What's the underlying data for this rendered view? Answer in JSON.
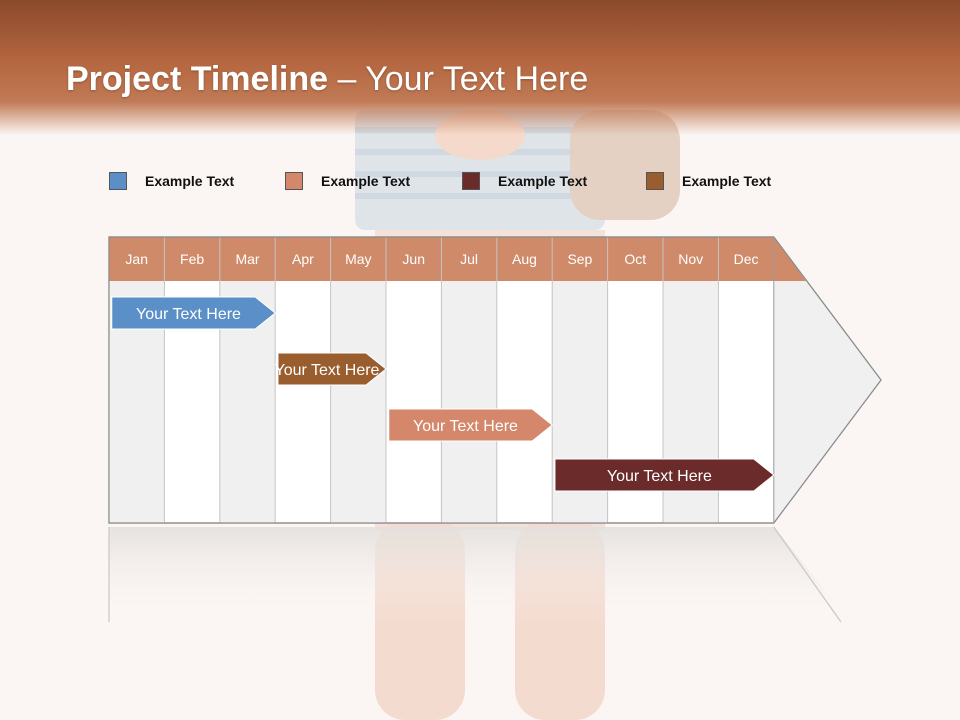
{
  "title": {
    "bold": "Project Timeline",
    "rest": " – Your Text Here"
  },
  "legend": [
    {
      "label": "Example Text",
      "color": "#5a8fc8"
    },
    {
      "label": "Example Text",
      "color": "#d4876a"
    },
    {
      "label": "Example Text",
      "color": "#6b2b2b"
    },
    {
      "label": "Example Text",
      "color": "#9a5d2e"
    }
  ],
  "months": [
    "Jan",
    "Feb",
    "Mar",
    "Apr",
    "May",
    "Jun",
    "Jul",
    "Aug",
    "Sep",
    "Oct",
    "Nov",
    "Dec"
  ],
  "tasks": [
    {
      "label": "Your  Text Here",
      "color": "#5a8fc8",
      "start_month": 0.05,
      "end_month": 3.0
    },
    {
      "label": "Your  Text Here",
      "color": "#9a5d2e",
      "start_month": 3.05,
      "end_month": 5.0
    },
    {
      "label": "Your  Text Here",
      "color": "#d4876a",
      "start_month": 5.05,
      "end_month": 8.0
    },
    {
      "label": "Your  Text Here",
      "color": "#6b2b2b",
      "start_month": 8.05,
      "end_month": 12.0
    }
  ],
  "colors": {
    "header": "#b4663f",
    "month_header": "#cf8a6a",
    "shade": "#f0f0f0"
  }
}
